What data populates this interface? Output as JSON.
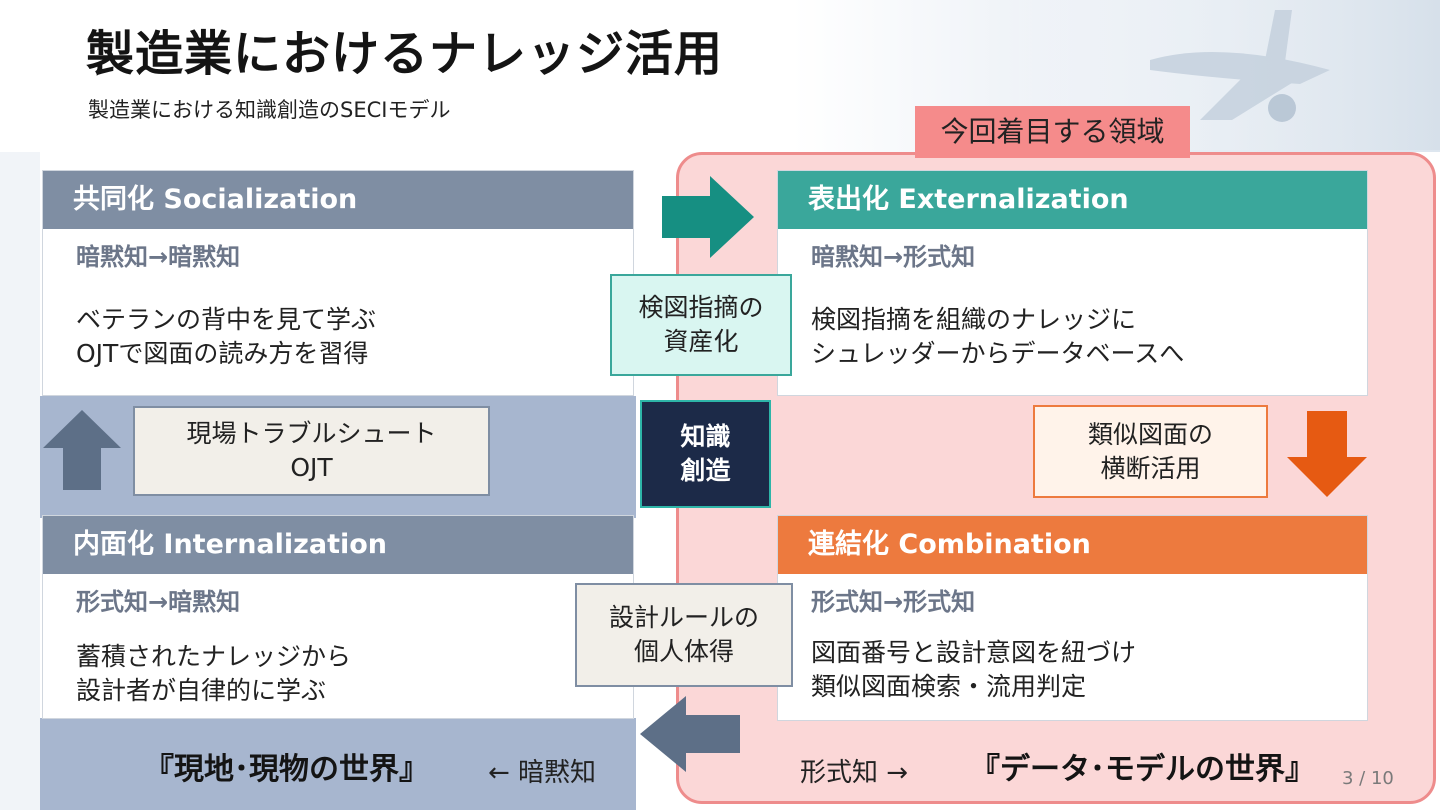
{
  "header": {
    "title": "製造業におけるナレッジ活用",
    "subtitle": "製造業における知識創造のSECIモデル"
  },
  "focus_label": "今回着目する領域",
  "quadrants": {
    "socialization": {
      "title": "共同化  Socialization",
      "sub": "暗黙知→暗黙知",
      "body": [
        "ベテランの背中を見て学ぶ",
        "OJTで図面の読み方を習得"
      ]
    },
    "externalization": {
      "title": "表出化  Externalization",
      "sub": "暗黙知→形式知",
      "body": [
        "検図指摘を組織のナレッジに",
        "シュレッダーからデータベースへ"
      ]
    },
    "internalization": {
      "title": "内面化  Internalization",
      "sub": "形式知→暗黙知",
      "body": [
        "蓄積されたナレッジから",
        "設計者が自律的に学ぶ"
      ]
    },
    "combination": {
      "title": "連結化  Combination",
      "sub": "形式知→形式知",
      "body": [
        "図面番号と設計意図を紐づけ",
        "類似図面検索・流用判定"
      ]
    }
  },
  "callouts": {
    "kenzu": [
      "検図指摘の",
      "資産化"
    ],
    "ruiji": [
      "類似図面の",
      "横断活用"
    ],
    "genba": [
      "現場トラブルシュート",
      "OJT"
    ],
    "sekkei": [
      "設計ルールの",
      "個人体得"
    ],
    "center": [
      "知識",
      "創造"
    ]
  },
  "bottom": {
    "left_world": "『現地･現物の世界』",
    "left_arrow_label": "← 暗黙知",
    "right_arrow_label": "形式知 →",
    "right_world": "『データ･モデルの世界』",
    "page": "3 / 10"
  },
  "colors": {
    "teal": "#3aa79b",
    "orange": "#ed7a3e",
    "slate": "#7f8ea3",
    "navy": "#1c2a48",
    "pink": "#fbd7d7",
    "pink_border": "#ee8c8c",
    "focus_label_bg": "#f58b8b",
    "blue_band": "#a7b6cf"
  },
  "icons": {
    "arrow_right": "arrow-right-icon",
    "arrow_down": "arrow-down-icon",
    "arrow_left": "arrow-left-icon",
    "arrow_up": "arrow-up-icon",
    "airplane": "airplane-icon"
  }
}
